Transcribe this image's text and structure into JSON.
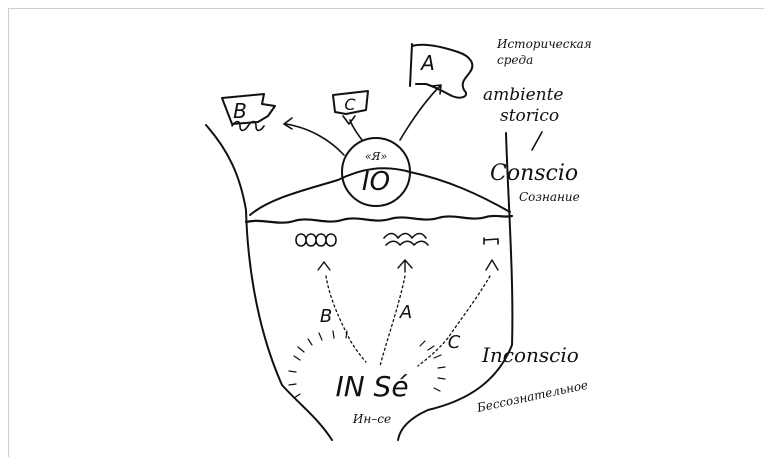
{
  "labels": {
    "historical_env_ru": "Историческая\nсреда",
    "historical_env_it": "ambiente\nstorico",
    "conscious_it": "Conscio",
    "conscious_ru": "Сознание",
    "unconscious_it": "Inconscio",
    "unconscious_ru": "Бессознательное",
    "ego_quote": "«Я»",
    "ego_letters": "IO",
    "in_se_letters": "IN Sé",
    "in_se_ru": "Ин–се",
    "box_a": "A",
    "box_b": "B",
    "box_c": "C",
    "path_a": "A",
    "path_b": "B",
    "path_c": "C"
  }
}
